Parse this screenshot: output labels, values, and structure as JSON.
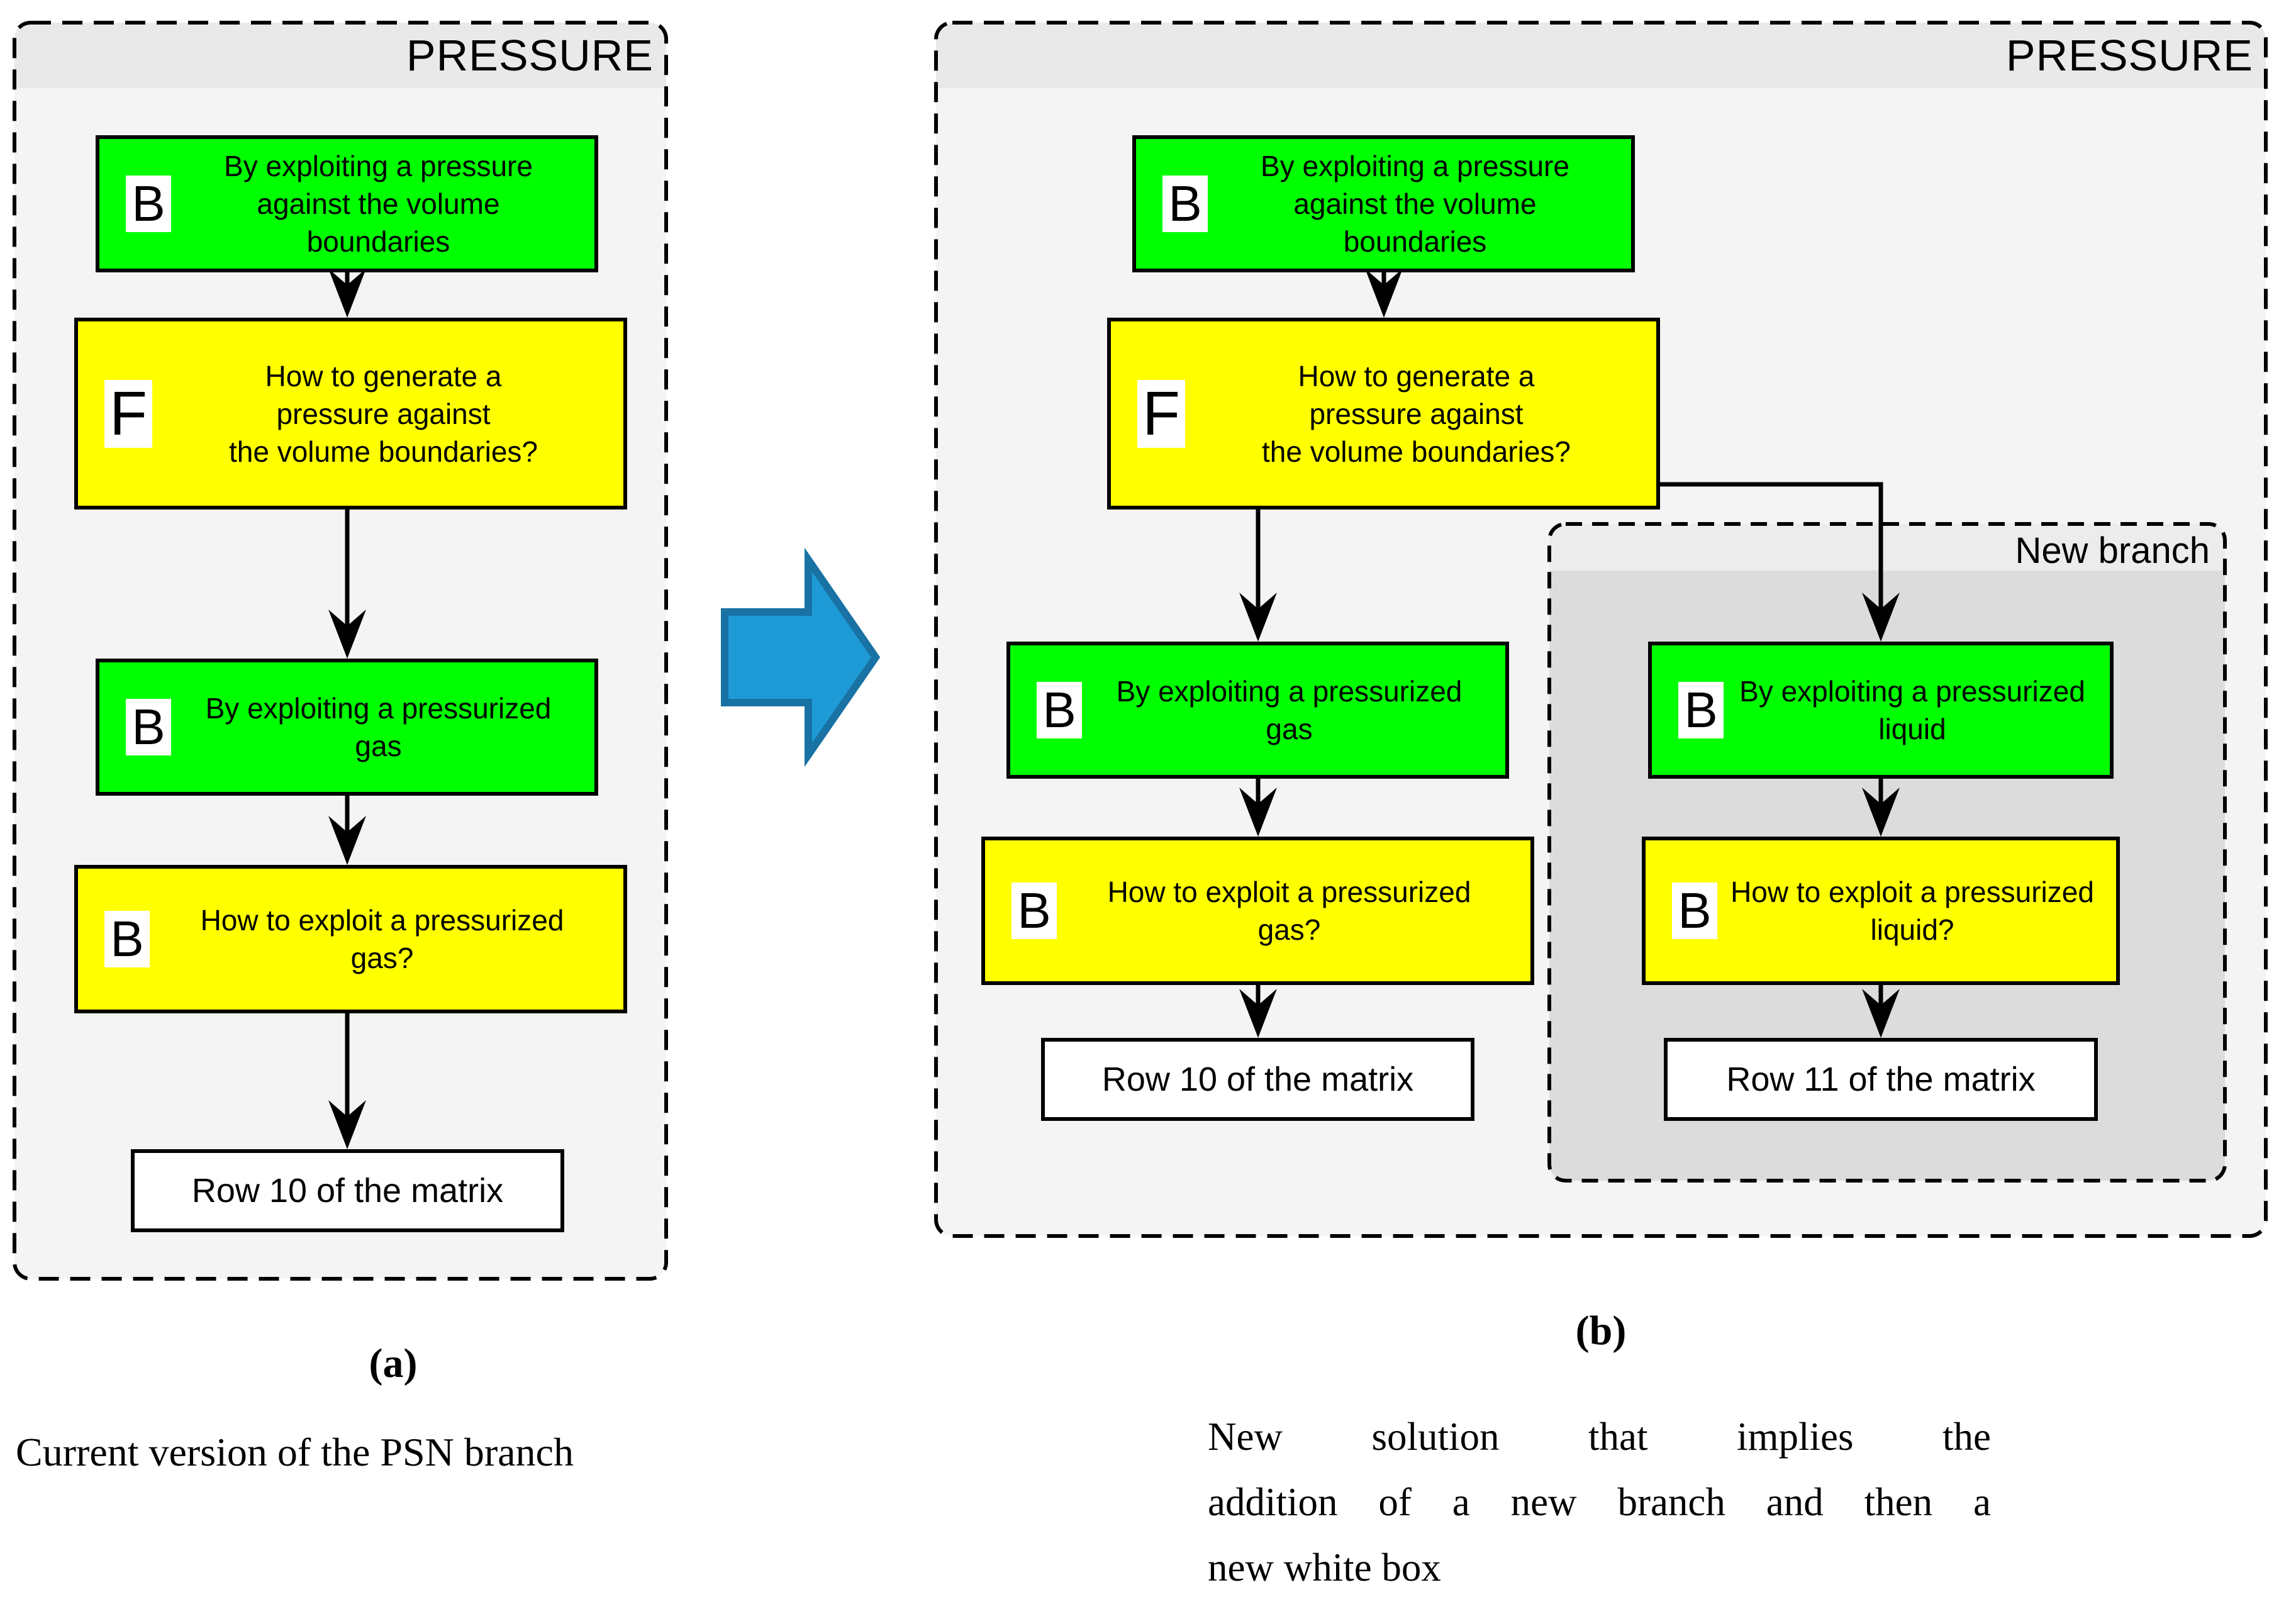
{
  "colors": {
    "green": "#00FF00",
    "yellow": "#FFFF00",
    "panel_bg": "#F4F4F4",
    "header_bg": "#E9E9E9",
    "new_branch_header_bg": "#ECECEC",
    "new_branch_body_bg": "#DCDCDC",
    "box_border": "#000000",
    "arrow_blue": "#1E9BD7",
    "arrow_blue_border": "#1872A3"
  },
  "panel_a": {
    "title": "PRESSURE",
    "boxes": {
      "pressure": {
        "tag": "B",
        "lines": [
          "By exploiting a pressure",
          "against the volume",
          "boundaries"
        ]
      },
      "generate": {
        "tag": "F",
        "lines": [
          "How to generate a",
          "pressure against",
          "the volume boundaries?"
        ]
      },
      "gas": {
        "tag": "B",
        "lines": [
          "By exploiting a pressurized",
          "gas"
        ]
      },
      "gas_q": {
        "tag": "B",
        "lines": [
          "How to exploit a pressurized",
          "gas?"
        ]
      }
    },
    "row_box": "Row 10 of the matrix",
    "caption_marker": "(a)",
    "caption": "Current version of the PSN branch"
  },
  "panel_b": {
    "title": "PRESSURE",
    "new_branch_title": "New branch",
    "boxes": {
      "pressure": {
        "tag": "B",
        "lines": [
          "By exploiting a pressure",
          "against the volume",
          "boundaries"
        ]
      },
      "generate": {
        "tag": "F",
        "lines": [
          "How to generate a",
          "pressure against",
          "the volume boundaries?"
        ]
      },
      "gas": {
        "tag": "B",
        "lines": [
          "By exploiting a pressurized",
          "gas"
        ]
      },
      "gas_q": {
        "tag": "B",
        "lines": [
          "How to exploit a pressurized",
          "gas?"
        ]
      },
      "liquid": {
        "tag": "B",
        "lines": [
          "By exploiting a pressurized",
          "liquid"
        ]
      },
      "liquid_q": {
        "tag": "B",
        "lines": [
          "How to exploit a pressurized",
          "liquid?"
        ]
      }
    },
    "row_box_left": "Row 10 of the matrix",
    "row_box_right": "Row 11 of the matrix",
    "caption_marker": "(b)",
    "caption_lines": [
      "New solution that implies the",
      "addition of a new branch and then a",
      "new white box"
    ]
  }
}
